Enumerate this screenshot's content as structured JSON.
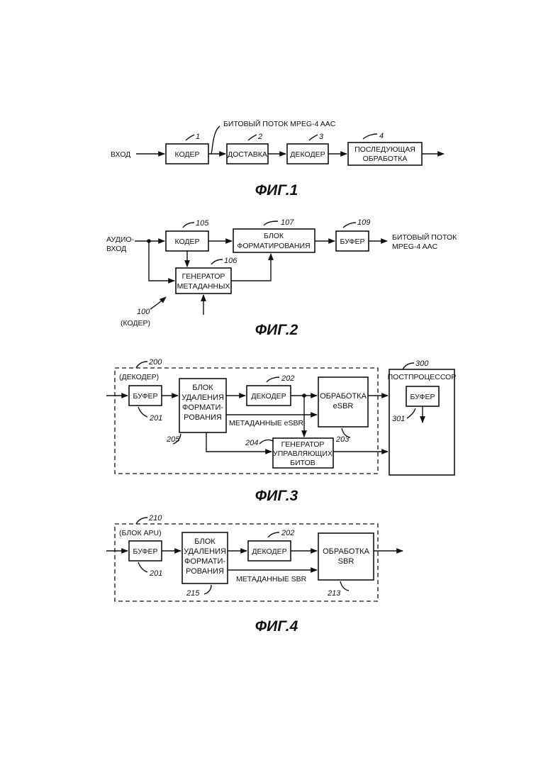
{
  "fig1": {
    "caption": "ФИГ.1",
    "input": "ВХОД",
    "bitstream": "БИТОВЫЙ ПОТОК MPEG-4 AAC",
    "encoder": {
      "ref": "1",
      "label": "КОДЕР"
    },
    "delivery": {
      "ref": "2",
      "label": "ДОСТАВКА"
    },
    "decoder": {
      "ref": "3",
      "label": "ДЕКОДЕР"
    },
    "postproc": {
      "ref": "4",
      "lines": [
        "ПОСЛЕДУЮЩАЯ",
        "ОБРАБОТКА"
      ]
    }
  },
  "fig2": {
    "caption": "ФИГ.2",
    "input_lines": [
      "АУДИО-",
      "ВХОД"
    ],
    "encoder": {
      "ref": "105",
      "label": "КОДЕР"
    },
    "formatter": {
      "ref": "107",
      "lines": [
        "БЛОК",
        "ФОРМАТИРОВАНИЯ"
      ]
    },
    "buffer": {
      "ref": "109",
      "label": "БУФЕР"
    },
    "output_lines": [
      "БИТОВЫЙ ПОТОК",
      "MPEG-4 AAC"
    ],
    "metagen": {
      "ref": "106",
      "lines": [
        "ГЕНЕРАТОР",
        "МЕТАДАННЫХ"
      ]
    },
    "system": {
      "ref": "100",
      "label": "(КОДЕР)"
    }
  },
  "fig3": {
    "caption": "ФИГ.3",
    "decoder_group": {
      "ref": "200",
      "label": "(ДЕКОДЕР)"
    },
    "buffer": {
      "ref": "201",
      "label": "БУФЕР"
    },
    "deformatter": {
      "ref": "205",
      "lines": [
        "БЛОК",
        "УДАЛЕНИЯ",
        "ФОРМАТИ-",
        "РОВАНИЯ"
      ]
    },
    "decoder": {
      "ref": "202",
      "label": "ДЕКОДЕР"
    },
    "esbr": {
      "ref": "203",
      "lines": [
        "ОБРАБОТКА",
        "eSBR"
      ]
    },
    "metadata": "МЕТАДАННЫЕ eSBR",
    "ctrlgen": {
      "ref": "204",
      "lines": [
        "ГЕНЕРАТОР",
        "УПРАВЛЯЮЩИХ",
        "БИТОВ"
      ]
    },
    "postprocessor": {
      "ref": "300",
      "label": "ПОСТПРОЦЕССОР"
    },
    "post_buffer": {
      "ref": "301",
      "label": "БУФЕР"
    }
  },
  "fig4": {
    "caption": "ФИГ.4",
    "apu_group": {
      "ref": "210",
      "label": "(БЛОК APU)"
    },
    "buffer": {
      "ref": "201",
      "label": "БУФЕР"
    },
    "deformatter": {
      "ref": "215",
      "lines": [
        "БЛОК",
        "УДАЛЕНИЯ",
        "ФОРМАТИ-",
        "РОВАНИЯ"
      ]
    },
    "decoder": {
      "ref": "202",
      "label": "ДЕКОДЕР"
    },
    "sbr": {
      "ref": "213",
      "lines": [
        "ОБРАБОТКА",
        "SBR"
      ]
    },
    "metadata": "МЕТАДАННЫЕ SBR"
  }
}
